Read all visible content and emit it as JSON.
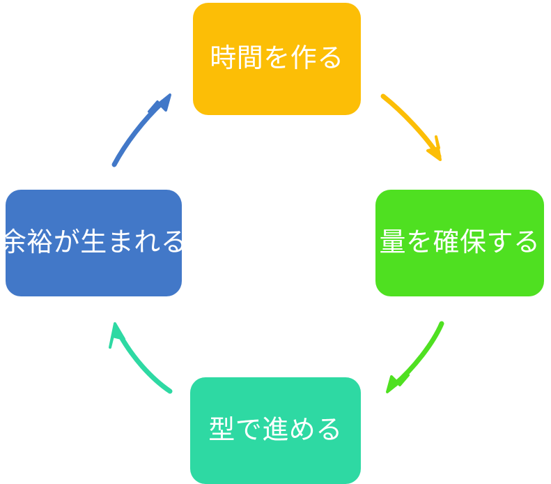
{
  "diagram": {
    "type": "cycle",
    "title": "",
    "background_color": "#ffffff",
    "node_text_color": "#ffffff",
    "nodes": [
      {
        "id": "make-time",
        "position": "top",
        "label": "時間を作る",
        "color": "#FCBE06"
      },
      {
        "id": "secure-volume",
        "position": "right",
        "label": "量を確保する",
        "color": "#4FE021"
      },
      {
        "id": "advance-with-form",
        "position": "bottom",
        "label": "型で進める",
        "color": "#2ED9A3"
      },
      {
        "id": "margin-is-born",
        "position": "left",
        "label": "余裕が生まれる",
        "color": "#4278C8"
      }
    ],
    "arrows": [
      {
        "id": "arrow-top-to-right",
        "from": "make-time",
        "to": "secure-volume",
        "color": "#FCBE06",
        "direction": "down-right"
      },
      {
        "id": "arrow-right-to-bottom",
        "from": "secure-volume",
        "to": "advance-with-form",
        "color": "#4FE021",
        "direction": "down-left"
      },
      {
        "id": "arrow-bottom-to-left",
        "from": "advance-with-form",
        "to": "margin-is-born",
        "color": "#2ED9A3",
        "direction": "up-left"
      },
      {
        "id": "arrow-left-to-top",
        "from": "margin-is-born",
        "to": "make-time",
        "color": "#4278C8",
        "direction": "up-right"
      }
    ]
  }
}
